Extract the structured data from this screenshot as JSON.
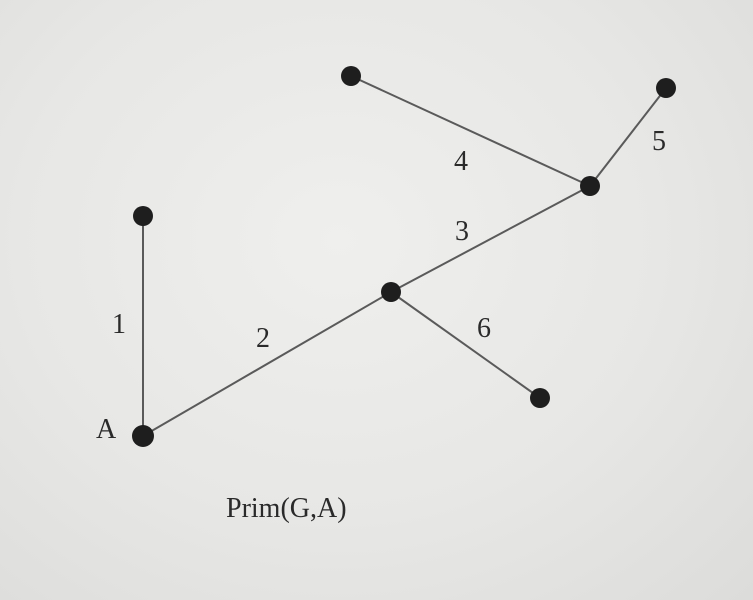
{
  "diagram": {
    "caption": "Prim(G,A)",
    "start_node_label": "A",
    "edges": [
      {
        "id": "e1",
        "weight": "1"
      },
      {
        "id": "e2",
        "weight": "2"
      },
      {
        "id": "e3",
        "weight": "3"
      },
      {
        "id": "e4",
        "weight": "4"
      },
      {
        "id": "e5",
        "weight": "5"
      },
      {
        "id": "e6",
        "weight": "6"
      }
    ]
  }
}
